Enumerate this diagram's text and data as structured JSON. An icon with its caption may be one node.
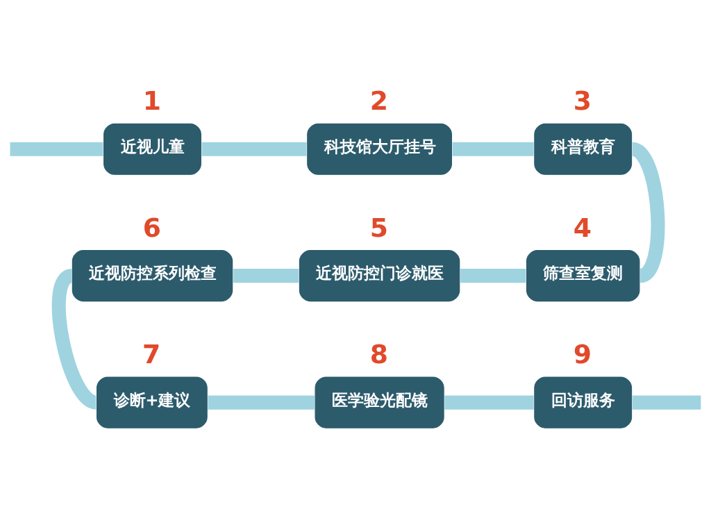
{
  "diagram": {
    "nodes": [
      {
        "text": [
          "近视儿童"
        ],
        "beside": [
          "1"
        ]
      },
      {
        "text": [
          "科技馆大厅挂号"
        ],
        "beside": [
          "2"
        ]
      },
      {
        "text": [
          "科普教育"
        ],
        "beside": [
          "3"
        ]
      },
      {
        "text": [
          "筛查室复测"
        ],
        "beside": [
          "4"
        ]
      },
      {
        "text": [
          "近视防控门诊就医"
        ],
        "beside": [
          "5"
        ]
      },
      {
        "text": [
          "近视防控系列检查"
        ],
        "beside": [
          "6"
        ]
      },
      {
        "text": [
          "诊断+建议"
        ],
        "beside": [
          "7"
        ]
      },
      {
        "text": [
          "医学验光配镜"
        ],
        "beside": [
          "8"
        ]
      },
      {
        "text": [
          "回访服务"
        ],
        "beside": [
          "9"
        ]
      }
    ],
    "edges": [
      {
        "from": null,
        "to": 0,
        "arrow": "none"
      },
      {
        "from": 0,
        "to": 1,
        "arrow": "none"
      },
      {
        "from": 1,
        "to": 2,
        "arrow": "none"
      },
      {
        "from": 2,
        "to": 3,
        "arrow": "none"
      },
      {
        "from": 3,
        "to": 4,
        "arrow": "none"
      },
      {
        "from": 4,
        "to": 5,
        "arrow": "none"
      },
      {
        "from": 5,
        "to": 6,
        "arrow": "none"
      },
      {
        "from": 6,
        "to": 7,
        "arrow": "none"
      },
      {
        "from": 7,
        "to": 8,
        "arrow": "none"
      },
      {
        "from": 8,
        "to": null,
        "arrow": "none"
      }
    ]
  }
}
